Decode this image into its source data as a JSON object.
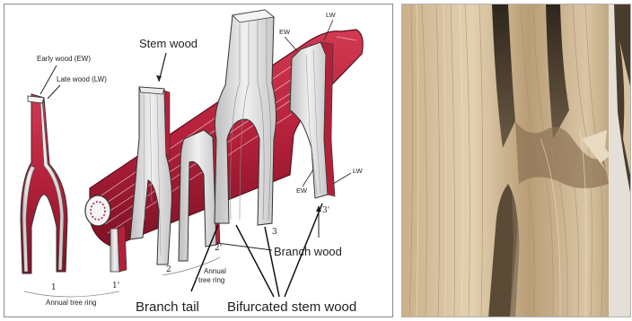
{
  "left_panel": {
    "labels": {
      "early_wood": "Early wood (EW)",
      "late_wood": "Late wood (LW)",
      "stem_wood": "Stem wood",
      "ew_top": "EW",
      "lw_top": "LW",
      "ew_right": "EW",
      "lw_right": "LW",
      "branch_wood": "Branch wood",
      "branch_tail": "Branch tail",
      "bifurcated_stem_wood": "Bifurcated stem wood",
      "annual_tree_ring_1": "Annual tree ring",
      "annual_tree_ring_2_line1": "Annual",
      "annual_tree_ring_2_line2": "tree ring"
    },
    "numbers": {
      "n1": "1",
      "n1p": "1'",
      "n2": "2",
      "n2p": "2'",
      "n3": "3",
      "n3p": "3'"
    },
    "colors": {
      "branch_red": "#b3203a",
      "branch_red_dark": "#7d1226",
      "wood_grey": "#d4d4d4",
      "wood_grey_light": "#ececec",
      "outline": "#333333"
    }
  },
  "right_panel": {
    "colors": {
      "wood_light": "#d9c5a5",
      "wood_mid": "#b99d76",
      "wood_dark": "#5b4a36",
      "shadow": "#3a3026"
    }
  }
}
